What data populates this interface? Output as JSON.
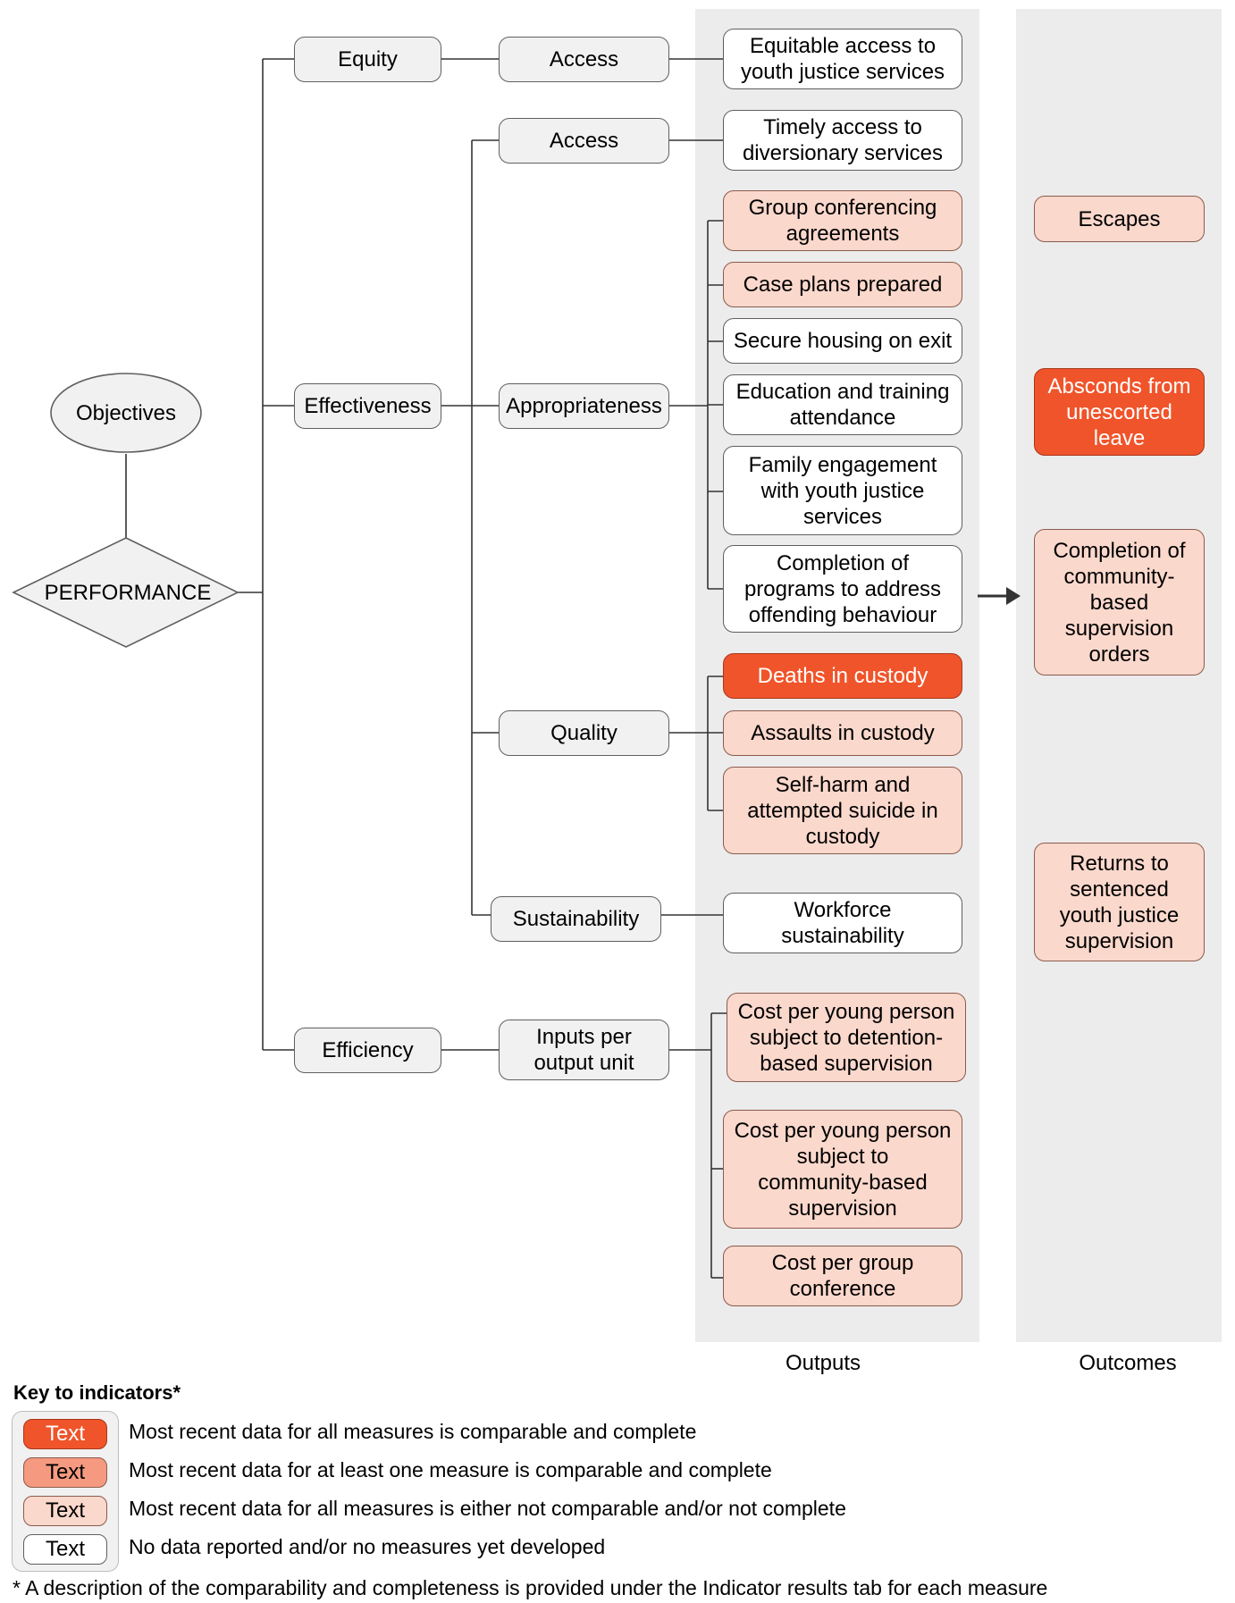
{
  "colors": {
    "all_comparable": "#f0542a",
    "at_least_one": "#f59a80",
    "not_comparable": "#fbd8cc",
    "no_data": "#ffffff",
    "neutral": "#f1f1f1",
    "panel": "#ececec"
  },
  "diagram": {
    "objectives": "Objectives",
    "performance": "PERFORMANCE",
    "dimensions": {
      "equity": "Equity",
      "effectiveness": "Effectiveness",
      "efficiency": "Efficiency"
    },
    "subdimensions": {
      "access_equity": "Access",
      "access_effectiveness": "Access",
      "appropriateness": "Appropriateness",
      "quality": "Quality",
      "sustainability": "Sustainability",
      "inputs": [
        "Inputs per",
        "output unit"
      ]
    },
    "outputs": {
      "equitable_access": [
        "Equitable access to",
        "youth justice services"
      ],
      "timely_access": [
        "Timely access to",
        "diversionary services"
      ],
      "group_conferencing": [
        "Group conferencing",
        "agreements"
      ],
      "case_plans": [
        "Case plans prepared"
      ],
      "secure_housing": [
        "Secure housing on exit"
      ],
      "education": [
        "Education and training",
        "attendance"
      ],
      "family": [
        "Family engagement",
        "with youth justice",
        "services"
      ],
      "programs": [
        "Completion of",
        "programs to address",
        "offending behaviour"
      ],
      "deaths": [
        "Deaths in custody"
      ],
      "assaults": [
        "Assaults in custody"
      ],
      "self_harm": [
        "Self-harm and",
        "attempted suicide in",
        "custody"
      ],
      "workforce": [
        "Workforce",
        "sustainability"
      ],
      "cost_detention": [
        "Cost per young person",
        "subject to detention-",
        "based supervision"
      ],
      "cost_community": [
        "Cost per young person",
        "subject to",
        "community-based",
        "supervision"
      ],
      "cost_conference": [
        "Cost per group",
        "conference"
      ]
    },
    "outcomes": {
      "escapes": [
        "Escapes"
      ],
      "absconds": [
        "Absconds from",
        "unescorted",
        "leave"
      ],
      "completion": [
        "Completion of",
        "community-",
        "based",
        "supervision",
        "orders"
      ],
      "returns": [
        "Returns to",
        "sentenced",
        "youth justice",
        "supervision"
      ]
    },
    "outputs_label": "Outputs",
    "outcomes_label": "Outcomes"
  },
  "legend": {
    "title": "Key to indicators*",
    "swatch_text": "Text",
    "items": [
      "Most recent data for all measures is comparable and complete",
      "Most recent data for at least one measure is comparable and complete",
      "Most recent data for all measures is either not comparable and/or not complete",
      "No data reported and/or no measures yet developed"
    ]
  },
  "footnote": "* A description of the comparability and completeness is provided under the Indicator results tab for each measure"
}
